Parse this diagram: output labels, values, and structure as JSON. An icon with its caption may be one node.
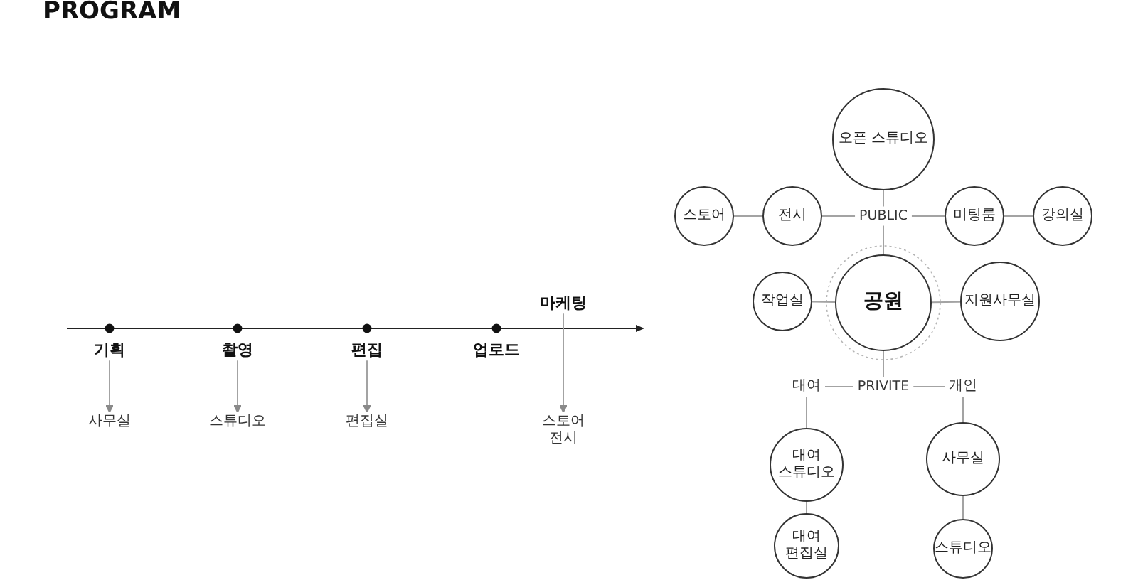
{
  "diagram": {
    "title": "PROGRAM",
    "nodes": [
      {
        "text": [
          "마케팅"
        ]
      },
      {
        "text": [
          "기획"
        ]
      },
      {
        "text": [
          "촬영"
        ]
      },
      {
        "text": [
          "편집"
        ]
      },
      {
        "text": [
          "사무실"
        ]
      },
      {
        "text": [
          "스튜디오"
        ]
      },
      {
        "text": [
          "편집실"
        ]
      },
      {
        "text": [
          "스토어 전시"
        ]
      },
      {
        "text": [
          "오픈 스튜디오"
        ]
      },
      {
        "text": [
          "스토어"
        ]
      },
      {
        "text": [
          "전시"
        ]
      },
      {
        "text": [
          "PUBLIC"
        ]
      },
      {
        "text": [
          "미팅룸"
        ]
      },
      {
        "text": [
          "강의실"
        ]
      },
      {
        "text": [
          "작업실"
        ]
      },
      {
        "text": [
          "공원"
        ]
      },
      {
        "text": [
          "지원사무실"
        ]
      },
      {
        "text": [
          "대여"
        ]
      },
      {
        "text": [
          "PRIVITE"
        ]
      },
      {
        "text": [
          "개인"
        ]
      },
      {
        "text": [
          "대여 스튜디오"
        ]
      },
      {
        "text": [
          "사무실"
        ]
      },
      {
        "text": [
          "대여 편집실"
        ]
      },
      {
        "text": [
          "스튜디오"
        ]
      }
    ],
    "edges": [
      {
        "from": 1,
        "to": 4,
        "arrow": "to"
      },
      {
        "from": 2,
        "to": 5,
        "arrow": "to"
      },
      {
        "from": 3,
        "to": 6,
        "arrow": "to"
      },
      {
        "from": 0,
        "to": 7,
        "arrow": "to"
      },
      {
        "from": 8,
        "to": 11,
        "arrow": "none"
      },
      {
        "from": 9,
        "to": 10,
        "arrow": "none"
      },
      {
        "from": 10,
        "to": 11,
        "arrow": "none"
      },
      {
        "from": 11,
        "to": 12,
        "arrow": "none"
      },
      {
        "from": 12,
        "to": 13,
        "arrow": "none"
      },
      {
        "from": 11,
        "to": 15,
        "arrow": "none"
      },
      {
        "from": 14,
        "to": 15,
        "arrow": "none"
      },
      {
        "from": 15,
        "to": 16,
        "arrow": "none"
      },
      {
        "from": 15,
        "to": 18,
        "arrow": "none"
      },
      {
        "from": 17,
        "to": 18,
        "arrow": "none"
      },
      {
        "from": 18,
        "to": 19,
        "arrow": "none"
      },
      {
        "from": 17,
        "to": 20,
        "arrow": "none"
      },
      {
        "from": 20,
        "to": 22,
        "arrow": "none"
      },
      {
        "from": 19,
        "to": 21,
        "arrow": "none"
      },
      {
        "from": 21,
        "to": 23,
        "arrow": "none"
      }
    ],
    "labels": [
      "업로드"
    ]
  }
}
